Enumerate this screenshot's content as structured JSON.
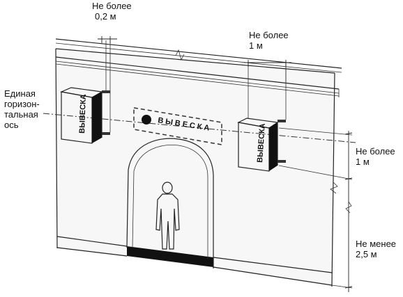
{
  "labels": {
    "top_left_limit": [
      "Не более",
      "0,2 м"
    ],
    "top_right_limit": [
      "Не более",
      "1 м"
    ],
    "axis_note": [
      "Единая",
      "горизон-",
      "тальная",
      "ось"
    ],
    "height_limit": [
      "Не более",
      "1 м"
    ],
    "ground_clearance": [
      "Не менее",
      "2,5 м"
    ]
  },
  "sign_text": "ВЫВЕСКА",
  "colors": {
    "ink": "#222222",
    "background": "#ffffff",
    "wall": "#f7f7f7"
  }
}
